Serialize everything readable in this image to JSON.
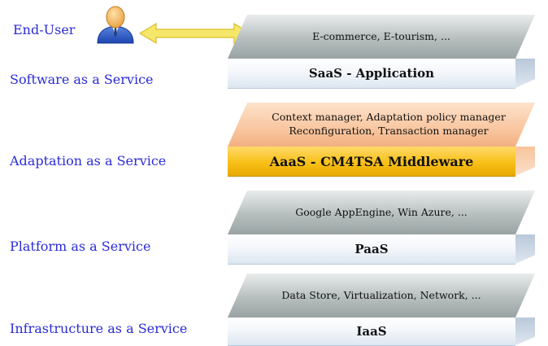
{
  "left_labels": {
    "end_user": "End-User",
    "saas": "Software as a Service",
    "aaas": "Adaptation as a Service",
    "paas": "Platform as a Service",
    "iaas": "Infrastructure as a Service"
  },
  "layers": {
    "saas": {
      "top": "E-commerce, E-tourism, ...",
      "front": "SaaS - Application"
    },
    "aaas": {
      "top_line1": "Context manager, Adaptation policy manager",
      "top_line2": "Reconfiguration, Transaction manager",
      "front": "AaaS - CM4TSA Middleware"
    },
    "paas": {
      "top": "Google AppEngine, Win Azure, ...",
      "front": "PaaS"
    },
    "iaas": {
      "top": "Data Store, Virtualization, Network, ...",
      "front": "IaaS"
    }
  },
  "colors": {
    "label_text": "#2b2bd6",
    "aaas_front": "#f8c018",
    "aaas_top": "#f9c6a0",
    "slab_top_gray": "#b7bebe",
    "slab_front": "#f4f7fb",
    "arrow": "#f5e76a"
  },
  "icons": {
    "user": "user-avatar-icon",
    "arrow": "double-headed-arrow-icon"
  }
}
